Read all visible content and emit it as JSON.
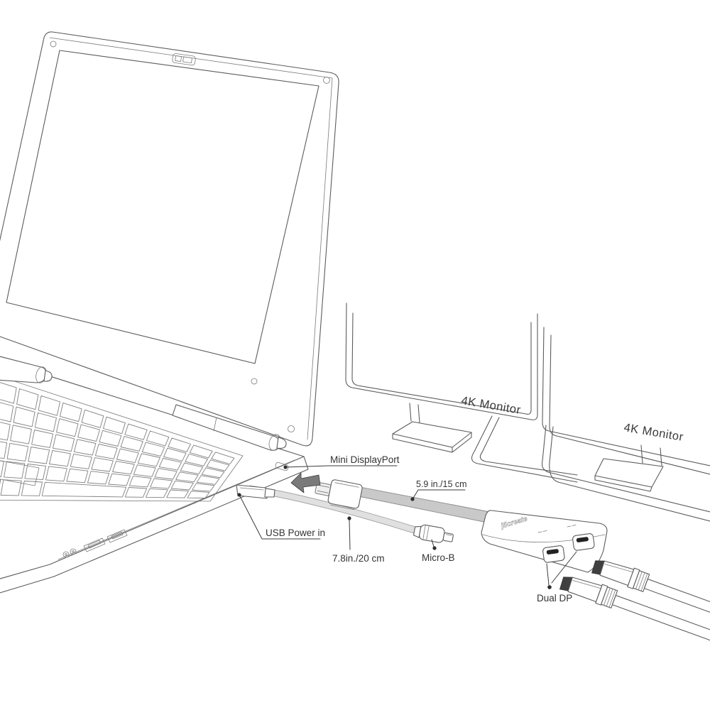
{
  "brand": "j5create",
  "labels": {
    "mini_displayport": "Mini DisplayPort",
    "usb_power_in": "USB Power in",
    "length_short": "5.9 in./15 cm",
    "length_long": "7.8in./20 cm",
    "micro_b": "Micro-B",
    "dual_dp": "Dual DP",
    "monitor_1": "4K Monitor",
    "monitor_2": "4K Monitor"
  },
  "icons": {
    "insert_arrow": "left-arrow-icon"
  },
  "colors": {
    "line": "#5c5c5c",
    "label_text": "#333333",
    "cable_dark": "#c9c9c9",
    "cable_light": "#e0e0e0",
    "arrow_fill": "#7a7a7a",
    "port_slot": "#222222"
  }
}
